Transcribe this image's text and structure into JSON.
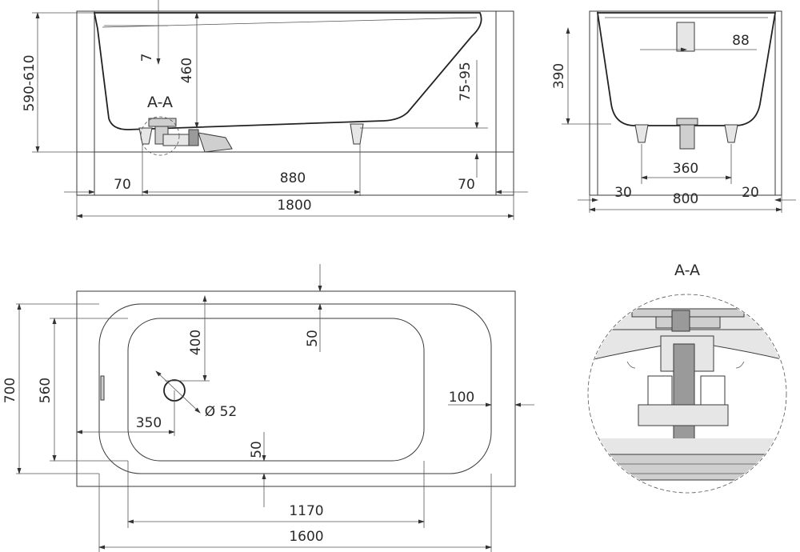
{
  "section_label_top": "A-A",
  "section_label_detail": "A-A",
  "side_view": {
    "height_range": "590-610",
    "depth_7": "7",
    "depth_460": "460",
    "leg_75_95": "75-95",
    "left_70": "70",
    "leg_spacing": "880",
    "right_70": "70",
    "total_length": "1800"
  },
  "end_view": {
    "drain_offset": "88",
    "depth_390": "390",
    "leg_spacing": "360",
    "left_30": "30",
    "width": "800",
    "right_20": "20"
  },
  "plan_view": {
    "outer_width": "700",
    "inner_width": "560",
    "drain_pos": "400",
    "rim_top": "50",
    "drain_dia": "Ø 52",
    "drain_x": "350",
    "rim_bottom": "50",
    "rim_right": "100",
    "inner_length": "1170",
    "length": "1600"
  }
}
